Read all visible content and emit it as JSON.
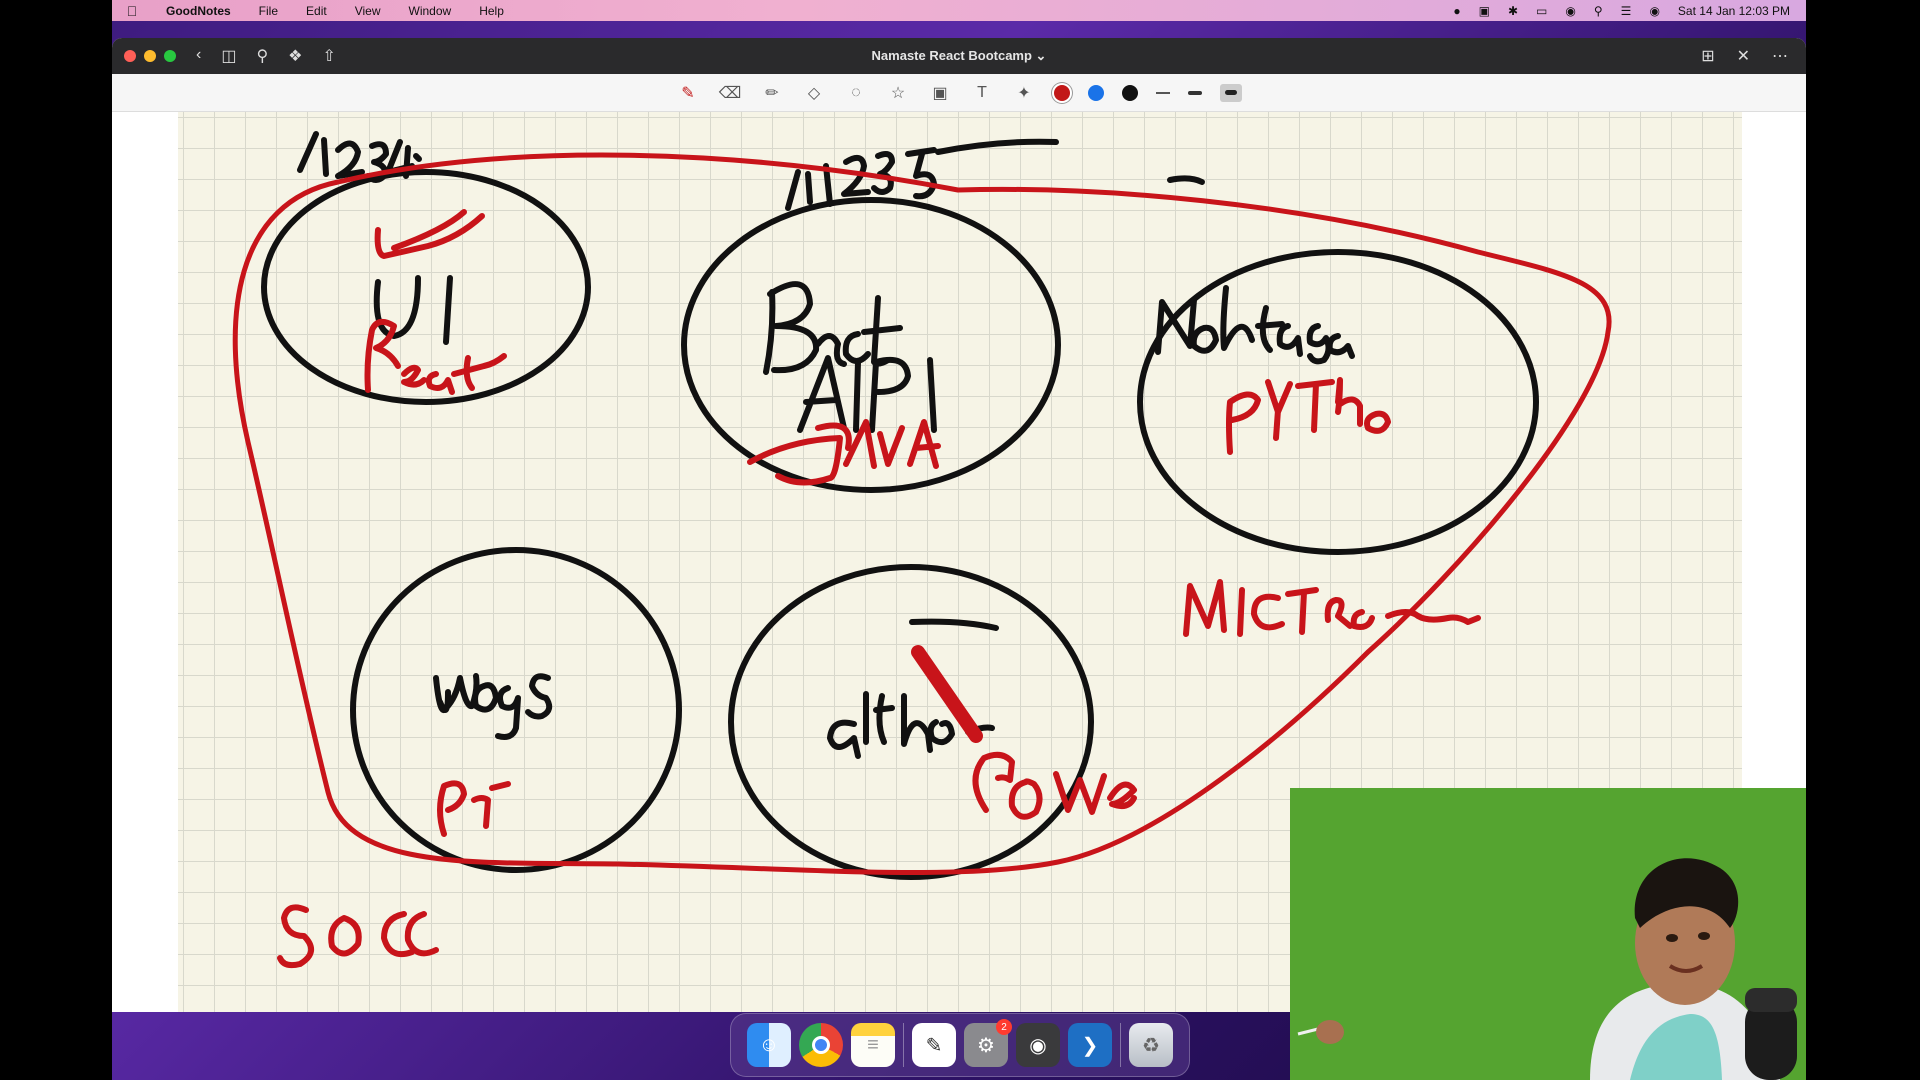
{
  "menubar": {
    "app_name": "GoodNotes",
    "items": [
      "File",
      "Edit",
      "View",
      "Window",
      "Help"
    ],
    "clock": "Sat 14 Jan  12:03 PM"
  },
  "window": {
    "title": "Namaste React Bootcamp ⌄"
  },
  "toolbar": {
    "colors": [
      "#c21818",
      "#1a73e8",
      "#111111"
    ],
    "selected_color": "#c21818"
  },
  "dock": {
    "apps": [
      {
        "name": "Finder",
        "icon": "finder-icon",
        "color": "#2f8cf0"
      },
      {
        "name": "Chrome",
        "icon": "chrome-icon",
        "color": "#ffffff"
      },
      {
        "name": "Notes",
        "icon": "notes-icon",
        "color": "#ffd23d"
      },
      {
        "name": "GoodNotes",
        "icon": "goodnotes-icon",
        "color": "#ffffff"
      },
      {
        "name": "System Settings",
        "icon": "settings-icon",
        "color": "#8a8a8e",
        "badge": "2"
      },
      {
        "name": "QuickTime",
        "icon": "quicktime-icon",
        "color": "#3a3a3c"
      },
      {
        "name": "VS Code",
        "icon": "vscode-icon",
        "color": "#1e6fc4"
      },
      {
        "name": "Trash",
        "icon": "trash-icon",
        "color": "#c8ccd2"
      }
    ]
  }
}
